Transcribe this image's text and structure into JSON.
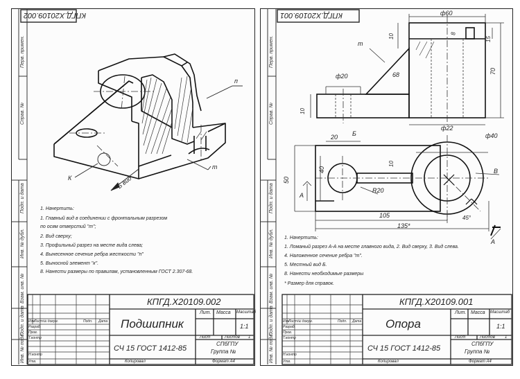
{
  "left_sheet": {
    "top_code": "КПГД.Х20109.002",
    "side_labels": [
      "Перв. примен.",
      "Справ. №",
      "Подп. и дата",
      "Инв. № дубл.",
      "Взам. инв. №",
      "Подп. и дата",
      "Инв. № подл."
    ],
    "view_labels": {
      "p": "п",
      "k": "К",
      "m": "m",
      "view": "Б вид"
    },
    "notes": [
      "1. Начертить:",
      "1. Главный вид в соединении с фронтальным разрезом",
      "по осям отверстий \"m\";",
      "2. Вид сверху;",
      "3. Профильный разрез на месте вида слева;",
      "4. Вынесенное сечение ребра жесткости \"п\"",
      "5. Выносной элемент \"к\".",
      "8. Нанести размеры по правилам, установленным ГОСТ 2.307-68."
    ],
    "title_block": {
      "code": "КПГД.Х20109.002",
      "name": "Подшипник",
      "material": "СЧ 15 ГОСТ 1412-85",
      "org": "СПбГПУ",
      "group": "Группа №",
      "header_cols": [
        "Изм",
        "Лист",
        "№ докум.",
        "Подп.",
        "Дата"
      ],
      "row_labels": [
        "Разраб.",
        "Пров.",
        "Т.контр",
        "Н.контр",
        "Утв."
      ],
      "lit_header": "Лит.",
      "mass_header": "Масса",
      "scale_header": "Масштаб",
      "scale": "1:1",
      "sheet": "Лист",
      "sheets": "Листов",
      "sheets_count": "1",
      "copied": "Копировал",
      "format": "Формат  А4"
    }
  },
  "right_sheet": {
    "top_code": "КПГД.Х20109.001",
    "side_labels": [
      "Перв. примен.",
      "Справ. №",
      "Подп. и дата",
      "Инв. № дубл.",
      "Взам. инв. №",
      "Подп. и дата",
      "Инв. № подл."
    ],
    "dims": {
      "d60": "ф60",
      "d10a": "10",
      "d8": "8",
      "d15": "15",
      "d70": "70",
      "m": "m",
      "d68": "68",
      "d20a": "ф20",
      "d10b": "10",
      "d22": "ф22",
      "d20b": "20",
      "b": "Б",
      "d40a": "40",
      "d10c": "10",
      "d40b": "ф40",
      "d50": "50",
      "a1": "А",
      "r20": "R20",
      "v": "В",
      "d105": "105",
      "d45": "45°",
      "d135": "135*",
      "a2": "А"
    },
    "notes": [
      "1. Начертить:",
      "1. Ломаный разрез А-А на месте главного вида, 2. Вид сверху,  3. Вид слева.",
      "4. Наложенное сечение ребра \"m\".",
      "5. Местный вид Б.",
      "8. Нанести необходимые размеры",
      "* Размер для справок."
    ],
    "title_block": {
      "code": "КПГД.Х20109.001",
      "name": "Опора",
      "material": "СЧ 15 ГОСТ 1412-85",
      "org": "СПбГПУ",
      "group": "Группа №",
      "header_cols": [
        "Изм",
        "Лист",
        "№ докум.",
        "Подп.",
        "Дата"
      ],
      "row_labels": [
        "Разраб.",
        "Пров.",
        "Т.контр",
        "Н.контр",
        "Утв."
      ],
      "lit_header": "Лит.",
      "mass_header": "Масса",
      "scale_header": "Масштаб",
      "scale": "1:1",
      "sheet": "Лист",
      "sheets": "Листов",
      "sheets_count": "1",
      "copied": "Копировал",
      "format": "Формат  А4"
    }
  }
}
